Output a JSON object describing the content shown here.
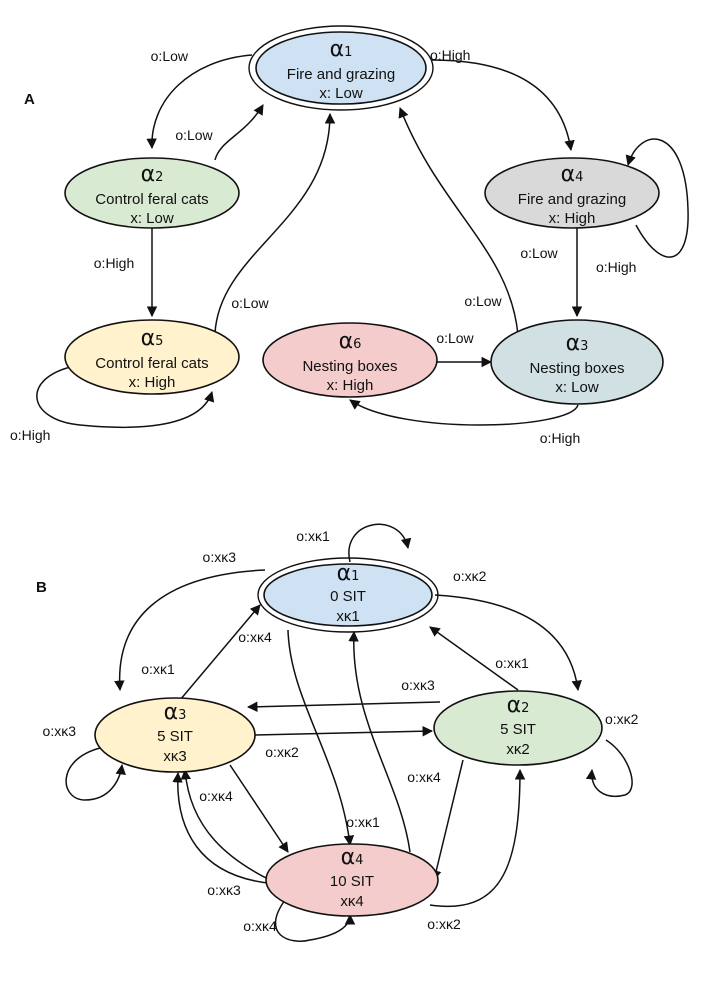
{
  "colors": {
    "blue": "#cfe2f3",
    "green": "#d9ead3",
    "yellow": "#fff2cc",
    "gray": "#d9d9d9",
    "red": "#f4cccc",
    "teal": "#d0e0e3",
    "stroke": "#111111"
  },
  "panel_a": {
    "label": "A",
    "nodes": {
      "a1": {
        "greek": "α",
        "sub": "1",
        "line1": "Fire and grazing",
        "line2": "x: Low"
      },
      "a2": {
        "greek": "α",
        "sub": "2",
        "line1": "Control feral cats",
        "line2": "x: Low"
      },
      "a4": {
        "greek": "α",
        "sub": "4",
        "line1": "Fire and grazing",
        "line2": "x: High"
      },
      "a5": {
        "greek": "α",
        "sub": "5",
        "line1": "Control feral cats",
        "line2": "x: High"
      },
      "a6": {
        "greek": "α",
        "sub": "6",
        "line1": "Nesting boxes",
        "line2": "x: High"
      },
      "a3": {
        "greek": "α",
        "sub": "3",
        "line1": "Nesting boxes",
        "line2": "x: Low"
      }
    },
    "edges": {
      "a1_a2": "o:Low",
      "a2_a1": "o:Low",
      "a1_a4": "o:High",
      "a4_self": "o:High",
      "a2_a5": "o:High",
      "a5_a1": "o:Low",
      "a5_self": "o:High",
      "a4_a3": "o:Low",
      "a3_a1": "o:Low",
      "a6_a3": "o:Low",
      "a3_a6": "o:High"
    }
  },
  "panel_b": {
    "label": "B",
    "nodes": {
      "b1": {
        "greek": "α",
        "sub": "1",
        "line1": "0 SIT",
        "line2": "xκ1"
      },
      "b2": {
        "greek": "α",
        "sub": "2",
        "line1": "5 SIT",
        "line2": "xκ2"
      },
      "b3": {
        "greek": "α",
        "sub": "3",
        "line1": "5 SIT",
        "line2": "xκ3"
      },
      "b4": {
        "greek": "α",
        "sub": "4",
        "line1": "10 SIT",
        "line2": "xκ4"
      }
    },
    "edges": {
      "b1_self": "o:xκ1",
      "b1_b3": "o:xκ3",
      "b1_b2": "o:xκ2",
      "b3_b1": "o:xκ4",
      "b4_b3": "o:xκ1",
      "b2_b1": "o:xκ1",
      "b2_b3": "o:xκ3",
      "b3_self": "o:xκ3",
      "b3_b2": "o:xκ2",
      "b2_self": "o:xκ2",
      "b3_b4": "o:xκ4",
      "b2_b4": "o:xκ4",
      "b1_b4": "o:xκ1",
      "b4_b3_lower": "o:xκ3",
      "b4_self": "o:xκ4",
      "b4_b2": "o:xκ2"
    }
  }
}
